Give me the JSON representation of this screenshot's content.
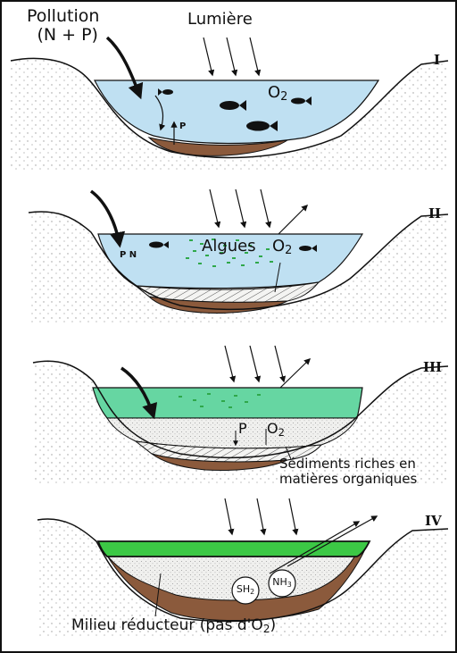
{
  "colors": {
    "water": "#bfe0f2",
    "water_stage3": "#66d6a2",
    "algae_band": "#3cc845",
    "algae_dots": "#2fa84a",
    "soil_dots": "#9a9a9a",
    "sediment_brown": "#8b5a3c",
    "fish": "#111111"
  },
  "stage1": {
    "roman": "I",
    "pollution_line1": "Pollution",
    "pollution_line2": "(N + P)",
    "light_label": "Lumière",
    "o2_base": "O",
    "o2_sub": "2",
    "p_marker": "P"
  },
  "stage2": {
    "roman": "II",
    "pn_label": "P N",
    "algae_label": "Algues",
    "o2_base": "O",
    "o2_sub": "2"
  },
  "stage3": {
    "roman": "III",
    "p_label": "P",
    "o2_base": "O",
    "o2_sub": "2",
    "sediment_line1": "Sédiments riches en",
    "sediment_line2": "matières organiques"
  },
  "stage4": {
    "roman": "IV",
    "sh_base": "SH",
    "sh_sub": "2",
    "nh_base": "NH",
    "nh_sub": "3",
    "reducer_prefix": "Milieu réducteur (pas d'O",
    "reducer_sub": "2",
    "reducer_suffix": ")"
  }
}
